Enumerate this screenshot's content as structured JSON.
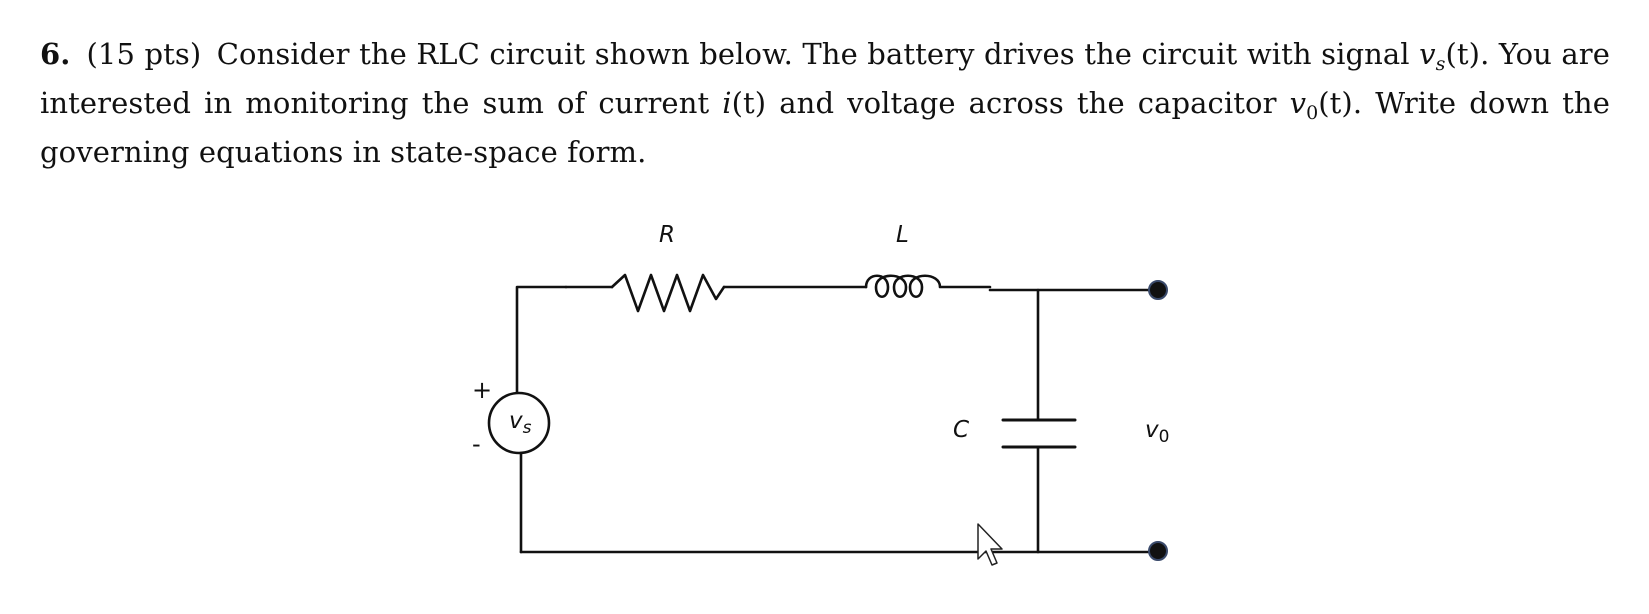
{
  "problem": {
    "number": "6.",
    "points": "(15 pts)",
    "text_1": "Consider the RLC circuit shown below. The battery drives the circuit with signal ",
    "vs_base": "v",
    "vs_sub": "s",
    "vs_arg": "(t)",
    "text_2": ". You are interested in monitoring the sum of current ",
    "i_sym": "i",
    "i_arg": "(t)",
    "text_3": " and voltage across the capacitor ",
    "v0_base": "v",
    "v0_sub": "0",
    "v0_arg": "(t)",
    "text_4": ". Write down the governing equations in state-space form."
  },
  "circuit": {
    "resistor_label": "R",
    "inductor_label": "L",
    "capacitor_label": "C",
    "source_label": "v",
    "source_sub": "s",
    "plus_sign": "+",
    "minus_sign": "-",
    "output_label": "v",
    "output_sub": "0"
  },
  "icons": {
    "cursor": "mouse-pointer-icon"
  }
}
